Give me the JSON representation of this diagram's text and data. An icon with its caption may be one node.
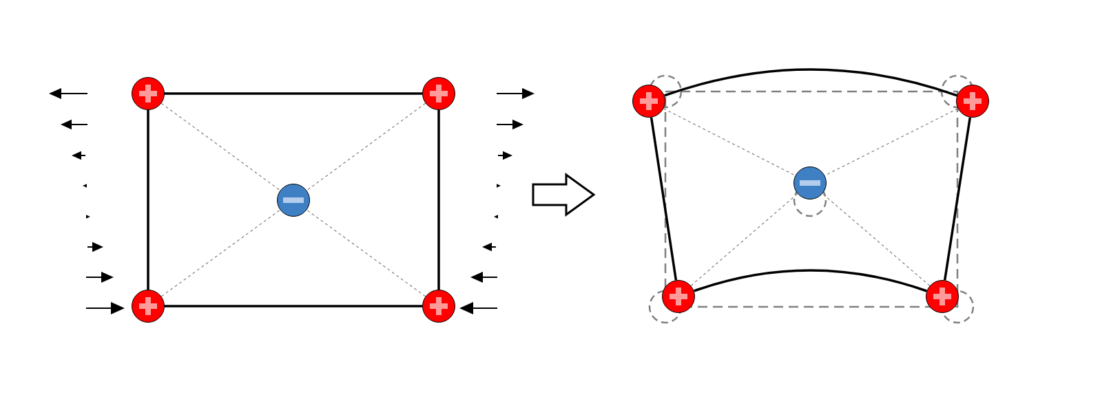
{
  "diagram": {
    "nodes": [
      {
        "text": [],
        "shape": "circle"
      },
      {
        "text": [],
        "shape": "circle"
      },
      {
        "text": [],
        "shape": "circle"
      },
      {
        "text": [],
        "shape": "circle"
      },
      {
        "text": [],
        "shape": "circle"
      },
      {
        "text": [],
        "shape": "circle"
      },
      {
        "text": [],
        "shape": "circle"
      },
      {
        "text": [],
        "shape": "circle"
      },
      {
        "text": [],
        "shape": "circle"
      },
      {
        "text": [],
        "shape": "circle"
      }
    ],
    "edges": [
      {
        "from": 0,
        "to": 1,
        "arrow": "none"
      },
      {
        "from": 1,
        "to": 4,
        "arrow": "none"
      },
      {
        "from": 4,
        "to": 3,
        "arrow": "none"
      },
      {
        "from": 3,
        "to": 0,
        "arrow": "none"
      },
      {
        "from": 0,
        "to": 2,
        "arrow": "none",
        "style": "dashed",
        "color": "#808080"
      },
      {
        "from": 1,
        "to": 2,
        "arrow": "none",
        "style": "dashed",
        "color": "#808080"
      },
      {
        "from": 3,
        "to": 2,
        "arrow": "none",
        "style": "dashed",
        "color": "#808080"
      },
      {
        "from": 4,
        "to": 2,
        "arrow": "none",
        "style": "dashed",
        "color": "#808080"
      },
      {
        "from": 5,
        "to": 6,
        "arrow": "none"
      },
      {
        "from": 6,
        "to": 9,
        "arrow": "none"
      },
      {
        "from": 9,
        "to": 8,
        "arrow": "none"
      },
      {
        "from": 8,
        "to": 5,
        "arrow": "none"
      },
      {
        "from": 5,
        "to": 7,
        "arrow": "none",
        "style": "dashed",
        "color": "#808080"
      },
      {
        "from": 6,
        "to": 7,
        "arrow": "none",
        "style": "dashed",
        "color": "#808080"
      },
      {
        "from": 8,
        "to": 7,
        "arrow": "none",
        "style": "dashed",
        "color": "#808080"
      },
      {
        "from": 9,
        "to": 7,
        "arrow": "none",
        "style": "dashed",
        "color": "#808080"
      }
    ]
  }
}
